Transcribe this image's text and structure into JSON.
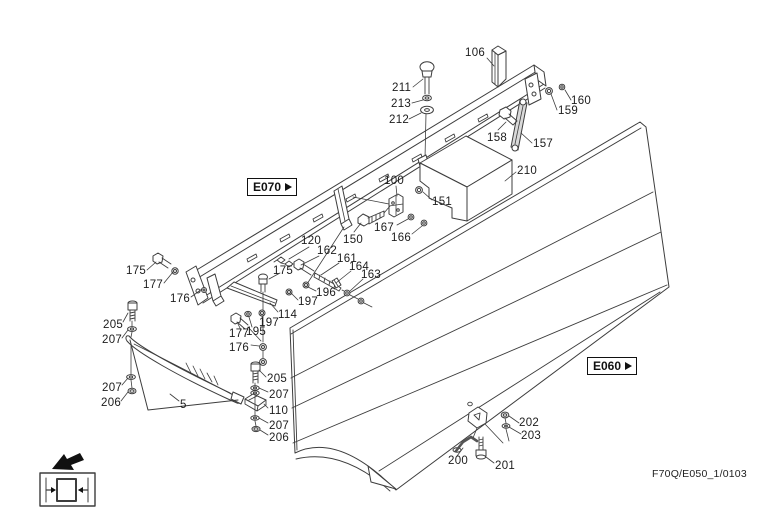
{
  "diagram": {
    "footer_code": "F70Q/E050_1/0103",
    "ref_links": [
      {
        "label": "E070"
      },
      {
        "label": "E060"
      }
    ],
    "part_labels": [
      {
        "text": "106"
      },
      {
        "text": "211"
      },
      {
        "text": "213"
      },
      {
        "text": "212"
      },
      {
        "text": "160"
      },
      {
        "text": "159"
      },
      {
        "text": "158"
      },
      {
        "text": "157"
      },
      {
        "text": "210"
      },
      {
        "text": "100"
      },
      {
        "text": "151"
      },
      {
        "text": "167"
      },
      {
        "text": "166"
      },
      {
        "text": "150"
      },
      {
        "text": "120"
      },
      {
        "text": "162"
      },
      {
        "text": "161"
      },
      {
        "text": "164"
      },
      {
        "text": "163"
      },
      {
        "text": "175"
      },
      {
        "text": "177"
      },
      {
        "text": "176"
      },
      {
        "text": "175"
      },
      {
        "text": "196"
      },
      {
        "text": "197"
      },
      {
        "text": "114"
      },
      {
        "text": "197"
      },
      {
        "text": "195"
      },
      {
        "text": "177"
      },
      {
        "text": "176"
      },
      {
        "text": "205"
      },
      {
        "text": "207"
      },
      {
        "text": "207"
      },
      {
        "text": "206"
      },
      {
        "text": "5"
      },
      {
        "text": "205"
      },
      {
        "text": "207"
      },
      {
        "text": "110"
      },
      {
        "text": "207"
      },
      {
        "text": "206"
      },
      {
        "text": "202"
      },
      {
        "text": "203"
      },
      {
        "text": "200"
      },
      {
        "text": "201"
      }
    ],
    "colors": {
      "line": "#3d3d3d",
      "label": "#1c1c1c",
      "stay_fill": "#d9d9d9"
    },
    "icons": {
      "direction_arrow": "arrow-lower-left",
      "clamp_legend": "panel-width-clamp"
    }
  }
}
